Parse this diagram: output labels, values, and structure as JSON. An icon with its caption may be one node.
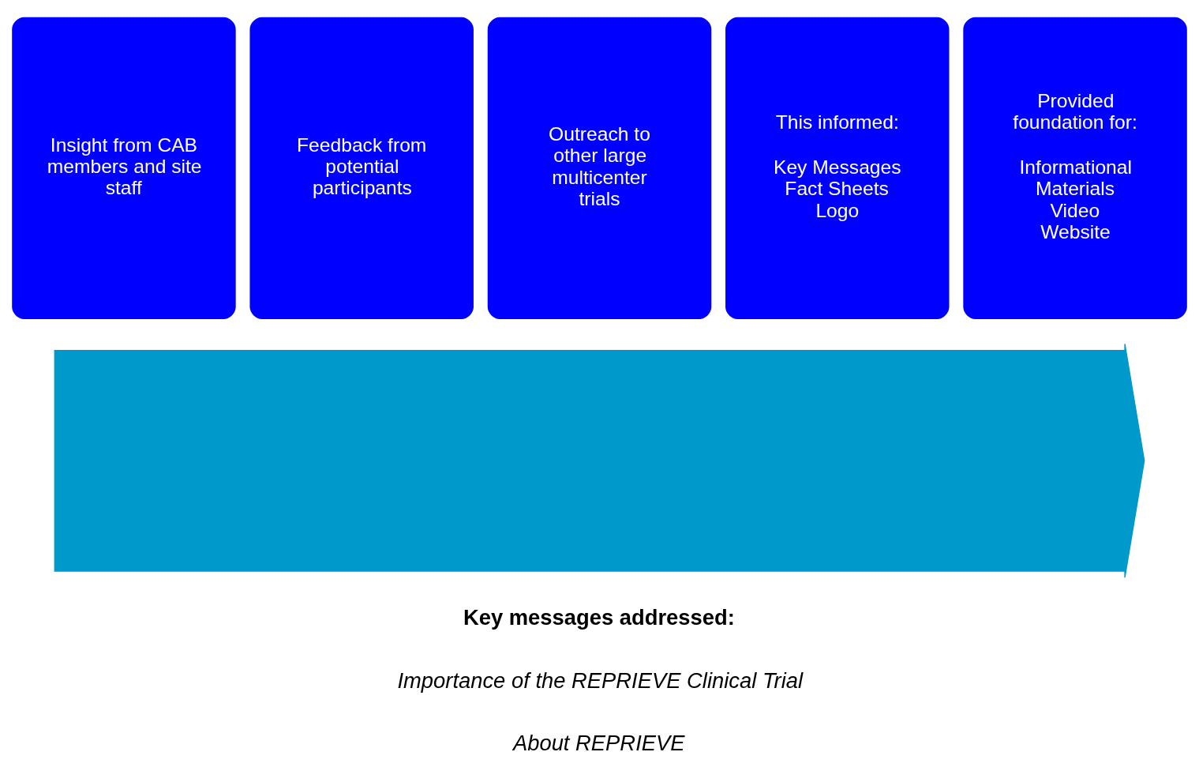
{
  "diagram": {
    "nodes": [
      {
        "text": [],
        "shape": "arrow"
      },
      {
        "text": [
          "Insight from CAB members and site staff"
        ]
      },
      {
        "text": [
          "Feedback from potential participants"
        ]
      },
      {
        "text": [
          "Outreach to other large multicenter trials"
        ]
      },
      {
        "text": [
          "This informed:",
          "Key Messages",
          "Fact Sheets",
          "Logo"
        ]
      },
      {
        "text": [
          "Provided foundation for:",
          "Informational Materials",
          "Video",
          "Website"
        ]
      }
    ],
    "edges": [],
    "labels": [
      "Key messages addressed:",
      "Importance of the REPRIEVE Clinical Trial",
      "About REPRIEVE"
    ]
  }
}
